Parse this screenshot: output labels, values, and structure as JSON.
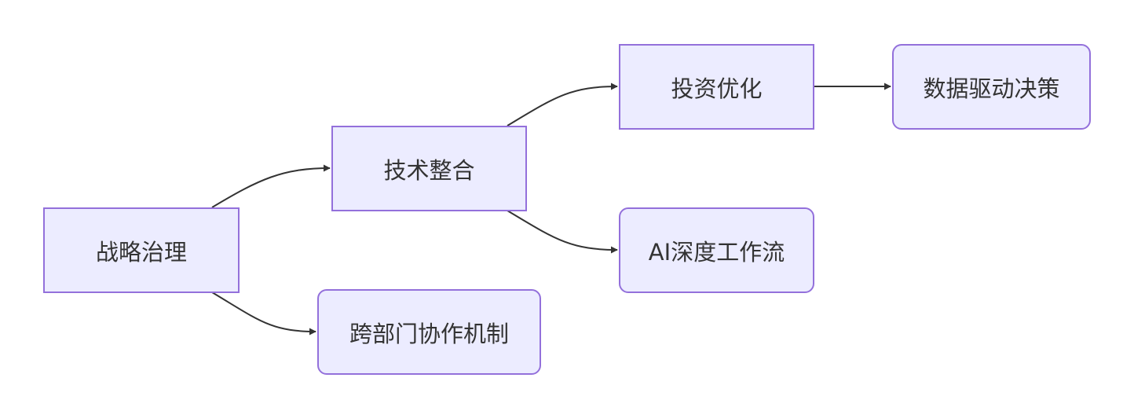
{
  "diagram": {
    "type": "flowchart",
    "direction": "left-to-right",
    "colors": {
      "node_fill": "#ECECFF",
      "node_border": "#9370DB",
      "text": "#333333",
      "edge": "#333333",
      "background": "#FFFFFF"
    },
    "nodes": [
      {
        "id": "strategy",
        "label": "战略治理",
        "shape": "rect"
      },
      {
        "id": "tech",
        "label": "技术整合",
        "shape": "rect"
      },
      {
        "id": "collab",
        "label": "跨部门协作机制",
        "shape": "rounded"
      },
      {
        "id": "invest",
        "label": "投资优化",
        "shape": "rect"
      },
      {
        "id": "ai",
        "label": "AI深度工作流",
        "shape": "rounded"
      },
      {
        "id": "data",
        "label": "数据驱动决策",
        "shape": "rounded"
      }
    ],
    "edges": [
      {
        "from": "strategy",
        "to": "tech"
      },
      {
        "from": "strategy",
        "to": "collab"
      },
      {
        "from": "tech",
        "to": "invest"
      },
      {
        "from": "tech",
        "to": "ai"
      },
      {
        "from": "invest",
        "to": "data"
      }
    ]
  }
}
